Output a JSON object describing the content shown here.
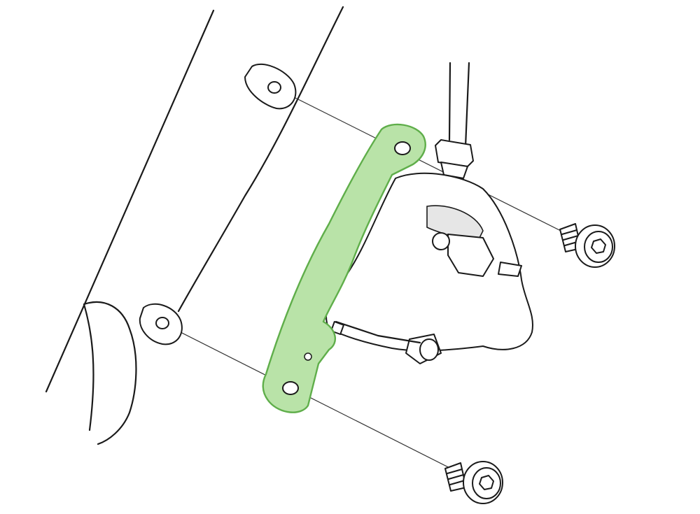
{
  "diagram": {
    "highlight_color": "#b9e3a8",
    "highlight_stroke": "#5fae4a",
    "line_color": "#1a1a1a",
    "parts": [
      "fork-leg",
      "spacer-washer-top",
      "spacer-washer-bottom",
      "mount-adapter",
      "brake-caliper",
      "brake-hose",
      "mounting-bolt-top",
      "mounting-bolt-bottom"
    ]
  }
}
